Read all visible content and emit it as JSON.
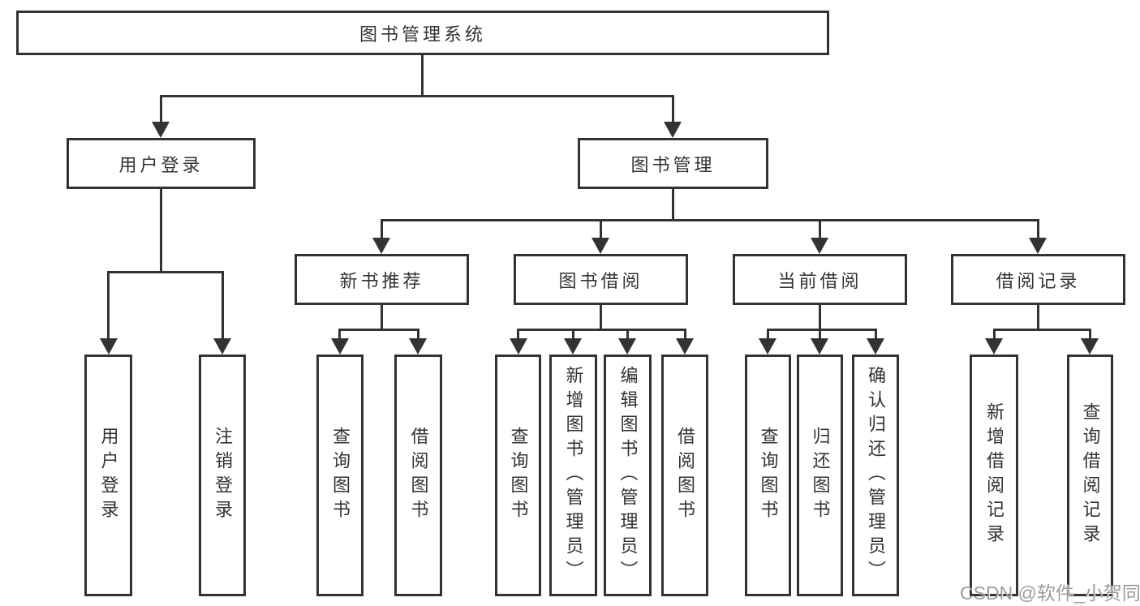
{
  "colors": {
    "line": "#333333",
    "text": "#333333",
    "box_bg": "#ffffff",
    "watermark": "#9d9d9d",
    "background": "#ffffff"
  },
  "tree": {
    "root": {
      "label": "图书管理系统"
    },
    "children": [
      {
        "label": "用户登录",
        "children": [
          {
            "label": "用户登录"
          },
          {
            "label": "注销登录"
          }
        ]
      },
      {
        "label": "图书管理",
        "children": [
          {
            "label": "新书推荐",
            "children": [
              {
                "label": "查询图书"
              },
              {
                "label": "借阅图书"
              }
            ]
          },
          {
            "label": "图书借阅",
            "children": [
              {
                "label": "查询图书"
              },
              {
                "label": "新增图书（管理员）"
              },
              {
                "label": "编辑图书（管理员）"
              },
              {
                "label": "借阅图书"
              }
            ]
          },
          {
            "label": "当前借阅",
            "children": [
              {
                "label": "查询图书"
              },
              {
                "label": "归还图书"
              },
              {
                "label": "确认归还（管理员）"
              }
            ]
          },
          {
            "label": "借阅记录",
            "children": [
              {
                "label": "新增借阅记录"
              },
              {
                "label": "查询借阅记录"
              }
            ]
          }
        ]
      }
    ]
  },
  "watermark": {
    "text": "CSDN @软件_小贺同学"
  }
}
